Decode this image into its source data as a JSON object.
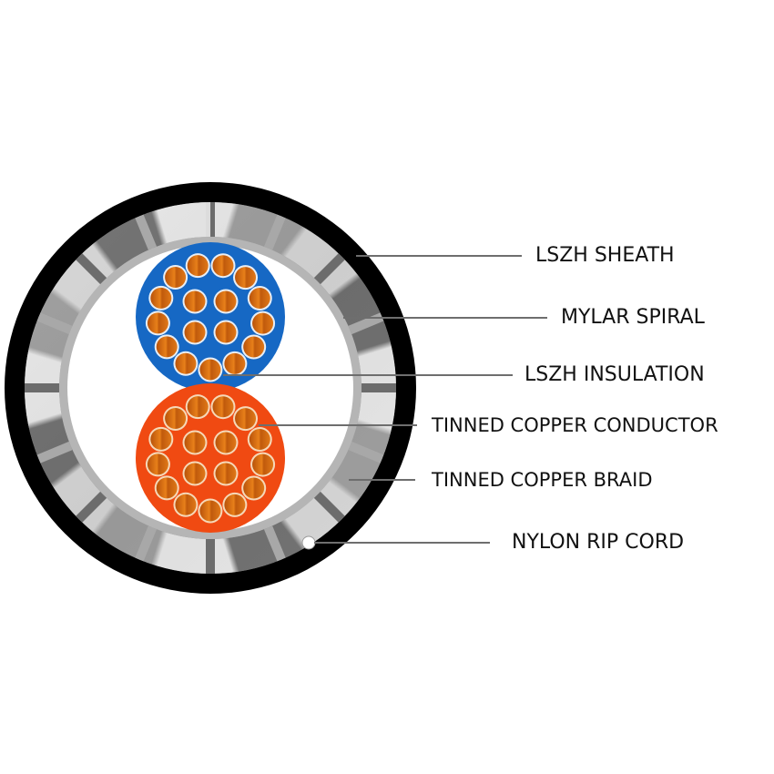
{
  "diagram": {
    "title": "",
    "subject": "Two-core shielded cable cross-section",
    "colors": {
      "sheath": "#000000",
      "braid_light": "#f2f2f2",
      "braid_dark": "#5a5a5a",
      "mylar": "#b8b8b8",
      "filler": "#ffffff",
      "core_1_insulation": "#1565c0",
      "core_2_insulation": "#f04a12",
      "conductor": "#d96a10",
      "leader_line": "#6e6e6e",
      "label_text": "#111111"
    },
    "cores": [
      {
        "name": "core-1",
        "insulation_color": "blue",
        "strand_count": 17
      },
      {
        "name": "core-2",
        "insulation_color": "orange",
        "strand_count": 17
      }
    ],
    "labels": [
      {
        "id": "lszh-sheath",
        "text": "LSZH SHEATH"
      },
      {
        "id": "mylar-spiral",
        "text": "MYLAR SPIRAL"
      },
      {
        "id": "lszh-insulation",
        "text": "LSZH INSULATION"
      },
      {
        "id": "tinned-copper-conductor",
        "text": "TINNED COPPER CONDUCTOR"
      },
      {
        "id": "tinned-copper-braid",
        "text": "TINNED COPPER BRAID"
      },
      {
        "id": "nylon-rip-cord",
        "text": "NYLON RIP CORD"
      }
    ]
  }
}
